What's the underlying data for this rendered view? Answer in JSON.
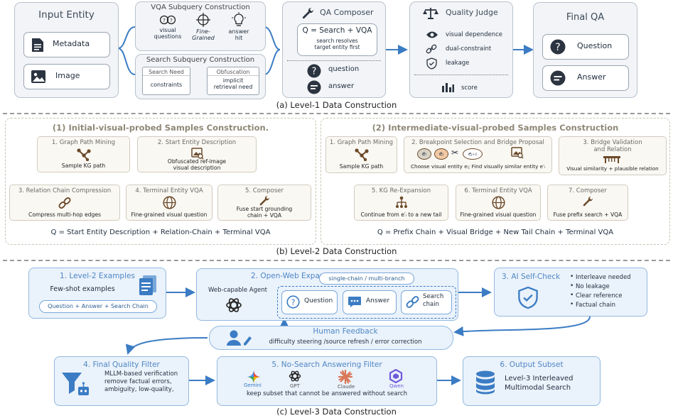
{
  "level1": {
    "input_entity": {
      "title": "Input Entity",
      "metadata": "Metadata",
      "image": "Image"
    },
    "vqa_subquery": {
      "title": "VQA Subquery Construction",
      "visual_questions": "visual\nquestions",
      "fine_grained": "Fine-\nGrained",
      "answer_hit": "answer\nhit"
    },
    "search_subquery": {
      "title": "Search Subquery Construction",
      "search_need": "Search Need",
      "constraints": "constraints",
      "obfuscation": "Obfuscation",
      "implicit": "implicit\nretrieval need"
    },
    "qa_composer": {
      "title": "QA Composer",
      "formula": "Q = Search + VQA",
      "note": "search resolves\ntarget entity first",
      "question": "question",
      "answer": "answer"
    },
    "quality_judge": {
      "title": "Quality Judge",
      "items": [
        "visual dependence",
        "dual-constraint",
        "leakage"
      ],
      "score": "score"
    },
    "final_qa": {
      "title": "Final QA",
      "question": "Question",
      "answer": "Answer"
    },
    "caption": "(a) Level-1 Data Construction"
  },
  "level2": {
    "left": {
      "title": "(1) Initial-visual-probed Samples Construction.",
      "steps": [
        {
          "title": "1. Graph Path Mining",
          "body": "Sample KG path"
        },
        {
          "title": "2. Start Entity Description",
          "body": "Obfuscated ref-image\nvisual description"
        },
        {
          "title": "3. Relation Chain Compression",
          "body": "Compress multi-hop edges"
        },
        {
          "title": "4. Terminal Entity VQA",
          "body": "Fine-grained visual question"
        },
        {
          "title": "5. Composer",
          "body": "Fuse start grounding\nchain + VQA"
        }
      ],
      "formula": "Q = Start Entity  Description + Relation-Chain + Terminal VQA"
    },
    "right": {
      "title": "(2) Intermediate-visual-probed Samples Construction",
      "steps": [
        {
          "title": "1. Graph Path Mining",
          "body": "Sample KG path"
        },
        {
          "title": "2. Breakpoint Selection and Bridge Proposal",
          "body": "Choose visual entity eᵢ; Find visually similar entity e′ᵢ"
        },
        {
          "title": "3. Bridge Validation\nand Relation",
          "body": "Visual similarity + plausible relation"
        },
        {
          "title": "5. KG Re-Expansion",
          "body": "Continue from e′ᵢ to a new tail"
        },
        {
          "title": "6. Terminal Entity VQA",
          "body": "Fine-grained visual question"
        },
        {
          "title": "7. Composer",
          "body": "Fuse prefix search + VQA"
        }
      ],
      "nodes": [
        "eᵢ",
        "eⱼ",
        "eⱼ₊₁"
      ],
      "formula": "Q = Prefix Chain + Visual Bridge  + New Tail Chain + Terminal VQA"
    },
    "caption": "(b) Level-2 Data Construction"
  },
  "level3": {
    "examples": {
      "title": "1. Level-2 Examples",
      "body": "Few-shot examples",
      "pill": "Question + Answer + Search Chain"
    },
    "expansion": {
      "title": "2. Open-Web Expansion",
      "pill": "single-chain / multi-branch",
      "agent": "Web-capable Agent",
      "question": "Question",
      "answer": "Answer",
      "search_chain": "Search\nchain"
    },
    "self_check": {
      "title": "3. AI Self-Check",
      "items": [
        "Interleave needed",
        "No leakage",
        "Clear reference",
        "Factual chain"
      ]
    },
    "human_feedback": {
      "title": "Human Feedback",
      "body": "difficulty steering /source refresh / error correction"
    },
    "final_filter": {
      "title": "4. Final Quality Filter",
      "body": "MLLM-based verification\nremove factual errors,\nambiguity, low-quality,"
    },
    "no_search": {
      "title": "5. No-Search Answering Filter",
      "models": [
        "Gemini",
        "GPT",
        "Claude",
        "Qwen"
      ],
      "body": "keep subset that cannot be answered without search"
    },
    "output": {
      "title": "6. Output Subset",
      "body": "Level-3 Interleaved\nMultimodal Search"
    },
    "caption": "(c) Level-3 Data Construction"
  },
  "colors": {
    "blue": "#4f87c4",
    "gray_border": "#b9c2cd",
    "tan": "#d2ccbe"
  }
}
